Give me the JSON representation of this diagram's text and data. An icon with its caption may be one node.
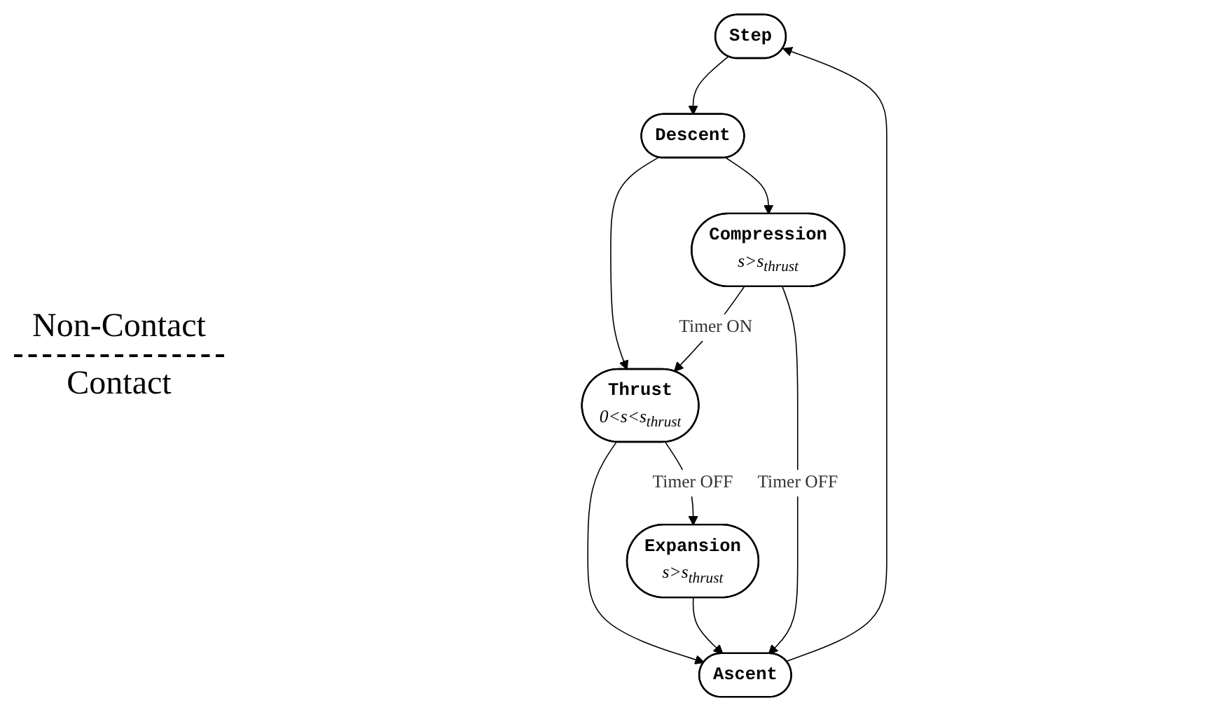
{
  "diagram": {
    "nodes": [
      {
        "text": [
          "Step"
        ]
      },
      {
        "text": [
          "Ascent"
        ]
      },
      {
        "text": [
          "Descent"
        ]
      },
      {
        "text": [
          "Expansion",
          "s>s$_{thrust}$"
        ]
      },
      {
        "text": [
          "Compression",
          "s>s$_{thrust}$"
        ]
      },
      {
        "text": [
          "Thrust",
          "0<s<s$_{thrust}$"
        ]
      }
    ],
    "edges": [
      {
        "from": 1,
        "to": 0,
        "arrow": "to"
      },
      {
        "from": 0,
        "to": 2,
        "arrow": "to"
      },
      {
        "from": 2,
        "to": 4,
        "arrow": "to"
      },
      {
        "from": 2,
        "to": 5,
        "arrow": "to"
      },
      {
        "from": 4,
        "to": 5,
        "arrow": "to",
        "label": "Timer ON"
      },
      {
        "from": 5,
        "to": 3,
        "arrow": "to",
        "label": "Timer OFF"
      },
      {
        "from": 5,
        "to": 1,
        "arrow": "to"
      },
      {
        "from": 3,
        "to": 1,
        "arrow": "to"
      },
      {
        "from": 4,
        "to": 1,
        "arrow": "to",
        "label": "Timer OFF"
      }
    ],
    "labels": [
      "Non-Contact",
      "Contact"
    ]
  }
}
